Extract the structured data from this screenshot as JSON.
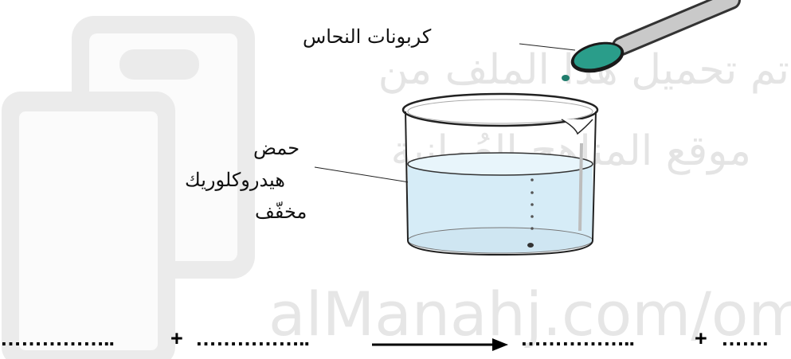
{
  "watermark": {
    "line1": "تم تحميل هذا الملف من",
    "line2": "موقع المناهج العُمانية",
    "site": "alManahj.com/om",
    "logo_icon": "phone-stack-icon"
  },
  "diagram": {
    "label_copper_carbonate": "كربونات النحاس",
    "label_acid_line1": "حمض",
    "label_acid_line2": "هيدروكلوريك",
    "label_acid_line3": "مخفّف",
    "spatula_icon": "spatula-icon",
    "beaker_icon": "beaker-icon",
    "bubbles_icon": "bubbles-icon"
  },
  "equation": {
    "left_blank_1": "……………..",
    "left_plus": "+",
    "left_blank_2": "……………..",
    "arrow_icon": "reaction-arrow-icon",
    "right_blank_1": "……………..",
    "right_plus": "+",
    "right_blank_2": "……."
  },
  "colors": {
    "watermark": "#e4e4e4",
    "liquid": "#d6ecf7",
    "copper_carbonate": "#2a9d8a",
    "ink": "#000000"
  }
}
